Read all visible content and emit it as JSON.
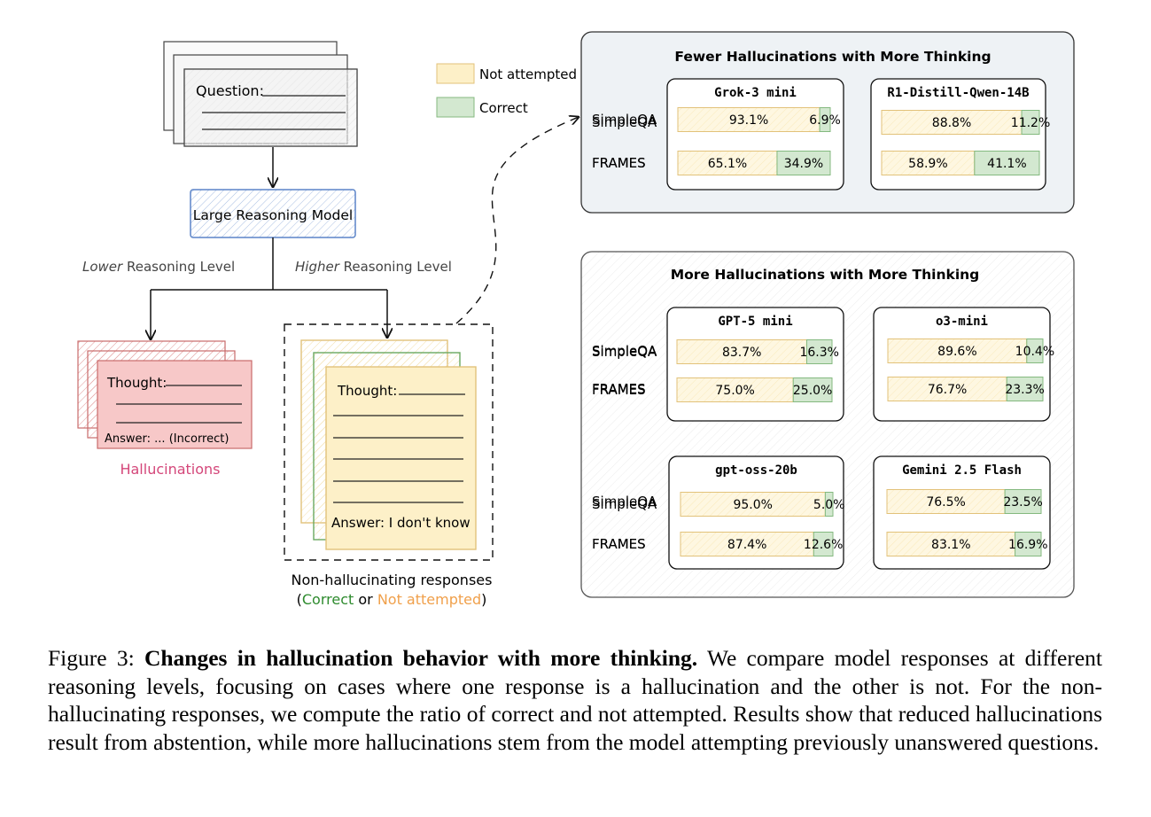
{
  "diagram": {
    "question_label": "Question:",
    "model_label": "Large Reasoning Model",
    "lower_em": "Lower",
    "lower_rest": " Reasoning Level",
    "higher_em": "Higher",
    "higher_rest": " Reasoning Level",
    "thought_label": "Thought:",
    "answer_incorrect": "Answer: ... (Incorrect)",
    "hallucinations_label": "Hallucinations",
    "answer_idk": "Answer: I don't know",
    "nonhall_line1": "Non-hallucinating responses",
    "nonhall_paren_open": "(",
    "nonhall_correct": "Correct",
    "nonhall_or": " or ",
    "nonhall_not_attempted": "Not attempted",
    "nonhall_paren_close": ")"
  },
  "legend": {
    "not_attempted": "Not attempted",
    "correct": "Correct"
  },
  "colors": {
    "not_attempted_fill": "#fdf0c8",
    "not_attempted_stroke": "#e2c27a",
    "correct_fill": "#d3e8d0",
    "correct_stroke": "#84b97f",
    "hallucination_fill": "#f7c8c8",
    "hallucination_stroke": "#c96a6a",
    "hallucination_text": "#d4477a",
    "correct_text": "#2e8b2e",
    "not_attempted_text": "#f0a04b",
    "model_stroke": "#5b84c8",
    "fewer_panel_fill": "#eef2f5"
  },
  "chart_data": [
    {
      "type": "bar",
      "panel": "Fewer Hallucinations with More Thinking",
      "models": [
        {
          "name": "Grok-3 mini",
          "rows": [
            {
              "label": "SimpleQA",
              "not_attempted": "93.1%",
              "correct": "6.9%",
              "na_value": 93.1
            },
            {
              "label": "FRAMES",
              "not_attempted": "65.1%",
              "correct": "34.9%",
              "na_value": 65.1
            }
          ]
        },
        {
          "name": "R1-Distill-Qwen-14B",
          "rows": [
            {
              "label": "SimpleQA",
              "not_attempted": "88.8%",
              "correct": "11.2%",
              "na_value": 88.8
            },
            {
              "label": "FRAMES",
              "not_attempted": "58.9%",
              "correct": "41.1%",
              "na_value": 58.9
            }
          ]
        }
      ]
    },
    {
      "type": "bar",
      "panel": "More Hallucinations with More Thinking",
      "models": [
        {
          "name": "GPT-5 mini",
          "rows": [
            {
              "label": "SimpleQA",
              "not_attempted": "83.7%",
              "correct": "16.3%",
              "na_value": 83.7
            },
            {
              "label": "FRAMES",
              "not_attempted": "75.0%",
              "correct": "25.0%",
              "na_value": 75.0
            }
          ]
        },
        {
          "name": "o3-mini",
          "rows": [
            {
              "label": "SimpleQA",
              "not_attempted": "89.6%",
              "correct": "10.4%",
              "na_value": 89.6
            },
            {
              "label": "FRAMES",
              "not_attempted": "76.7%",
              "correct": "23.3%",
              "na_value": 76.7
            }
          ]
        },
        {
          "name": "gpt-oss-20b",
          "rows": [
            {
              "label": "SimpleQA",
              "not_attempted": "95.0%",
              "correct": "5.0%",
              "na_value": 95.0
            },
            {
              "label": "FRAMES",
              "not_attempted": "87.4%",
              "correct": "12.6%",
              "na_value": 87.4
            }
          ]
        },
        {
          "name": "Gemini 2.5 Flash",
          "rows": [
            {
              "label": "SimpleQA",
              "not_attempted": "76.5%",
              "correct": "23.5%",
              "na_value": 76.5
            },
            {
              "label": "FRAMES",
              "not_attempted": "83.1%",
              "correct": "16.9%",
              "na_value": 83.1
            }
          ]
        }
      ]
    }
  ],
  "caption": {
    "prefix": "Figure 3: ",
    "bold": "Changes in hallucination behavior with more thinking.",
    "text": " We compare model responses at different reasoning levels, focusing on cases where one response is a hallucination and the other is not. For the non-hallucinating responses, we compute the ratio of correct and not attempted. Results show that reduced hallucinations result from abstention, while more hallucinations stem from the model attempting previously unanswered questions."
  }
}
